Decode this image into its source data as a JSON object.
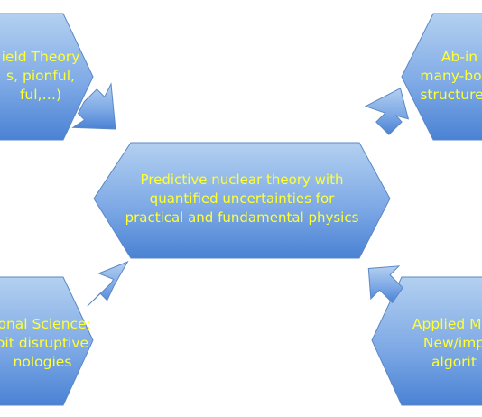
{
  "nodes": {
    "center": {
      "lines": [
        "Predictive nuclear theory with",
        "quantified uncertainties for",
        "practical and fundamental physics"
      ]
    },
    "top_left": {
      "lines": [
        "ield Theory",
        "s, pionful,",
        "ful,…)"
      ]
    },
    "top_right": {
      "lines": [
        "Ab-in",
        "many-body",
        "structure &"
      ]
    },
    "bottom_left": {
      "lines": [
        "ional Science:",
        "oit disruptive",
        "nologies"
      ]
    },
    "bottom_right": {
      "lines": [
        "Applied Mat",
        "New/imp",
        "algorit"
      ]
    }
  },
  "colors": {
    "fill_light": "#a9c9ee",
    "fill_dark": "#4f86d6",
    "stroke": "#5b87c5",
    "text": "#ffff33"
  }
}
